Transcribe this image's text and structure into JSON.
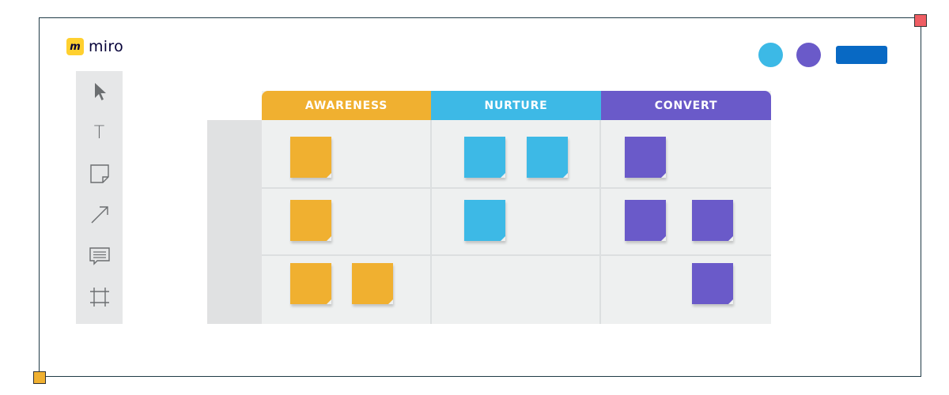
{
  "app": {
    "logo_text": "miro",
    "logo_mark": "m"
  },
  "toolbar": {
    "tools": [
      {
        "name": "select-cursor-icon"
      },
      {
        "name": "text-tool-icon",
        "glyph": "T"
      },
      {
        "name": "sticky-note-icon"
      },
      {
        "name": "arrow-line-icon"
      },
      {
        "name": "comment-icon"
      },
      {
        "name": "frame-icon"
      }
    ]
  },
  "header": {
    "collaborators": [
      {
        "color": "#3cb9e6"
      },
      {
        "color": "#6a5ac9"
      }
    ],
    "share_button_color": "#0869c4"
  },
  "board": {
    "columns": [
      {
        "label": "AWARENESS",
        "color": "#f0b030"
      },
      {
        "label": "NURTURE",
        "color": "#3db9e6"
      },
      {
        "label": "CONVERT",
        "color": "#6a5ac9"
      }
    ],
    "rows": [
      {
        "awareness": 1,
        "nurture": 2,
        "convert": 1
      },
      {
        "awareness": 1,
        "nurture": 1,
        "convert": 2
      },
      {
        "awareness": 2,
        "nurture": 0,
        "convert": 1
      }
    ]
  },
  "colors": {
    "corner_top_right": "#ef5d63",
    "corner_bottom_left": "#f0b030"
  }
}
